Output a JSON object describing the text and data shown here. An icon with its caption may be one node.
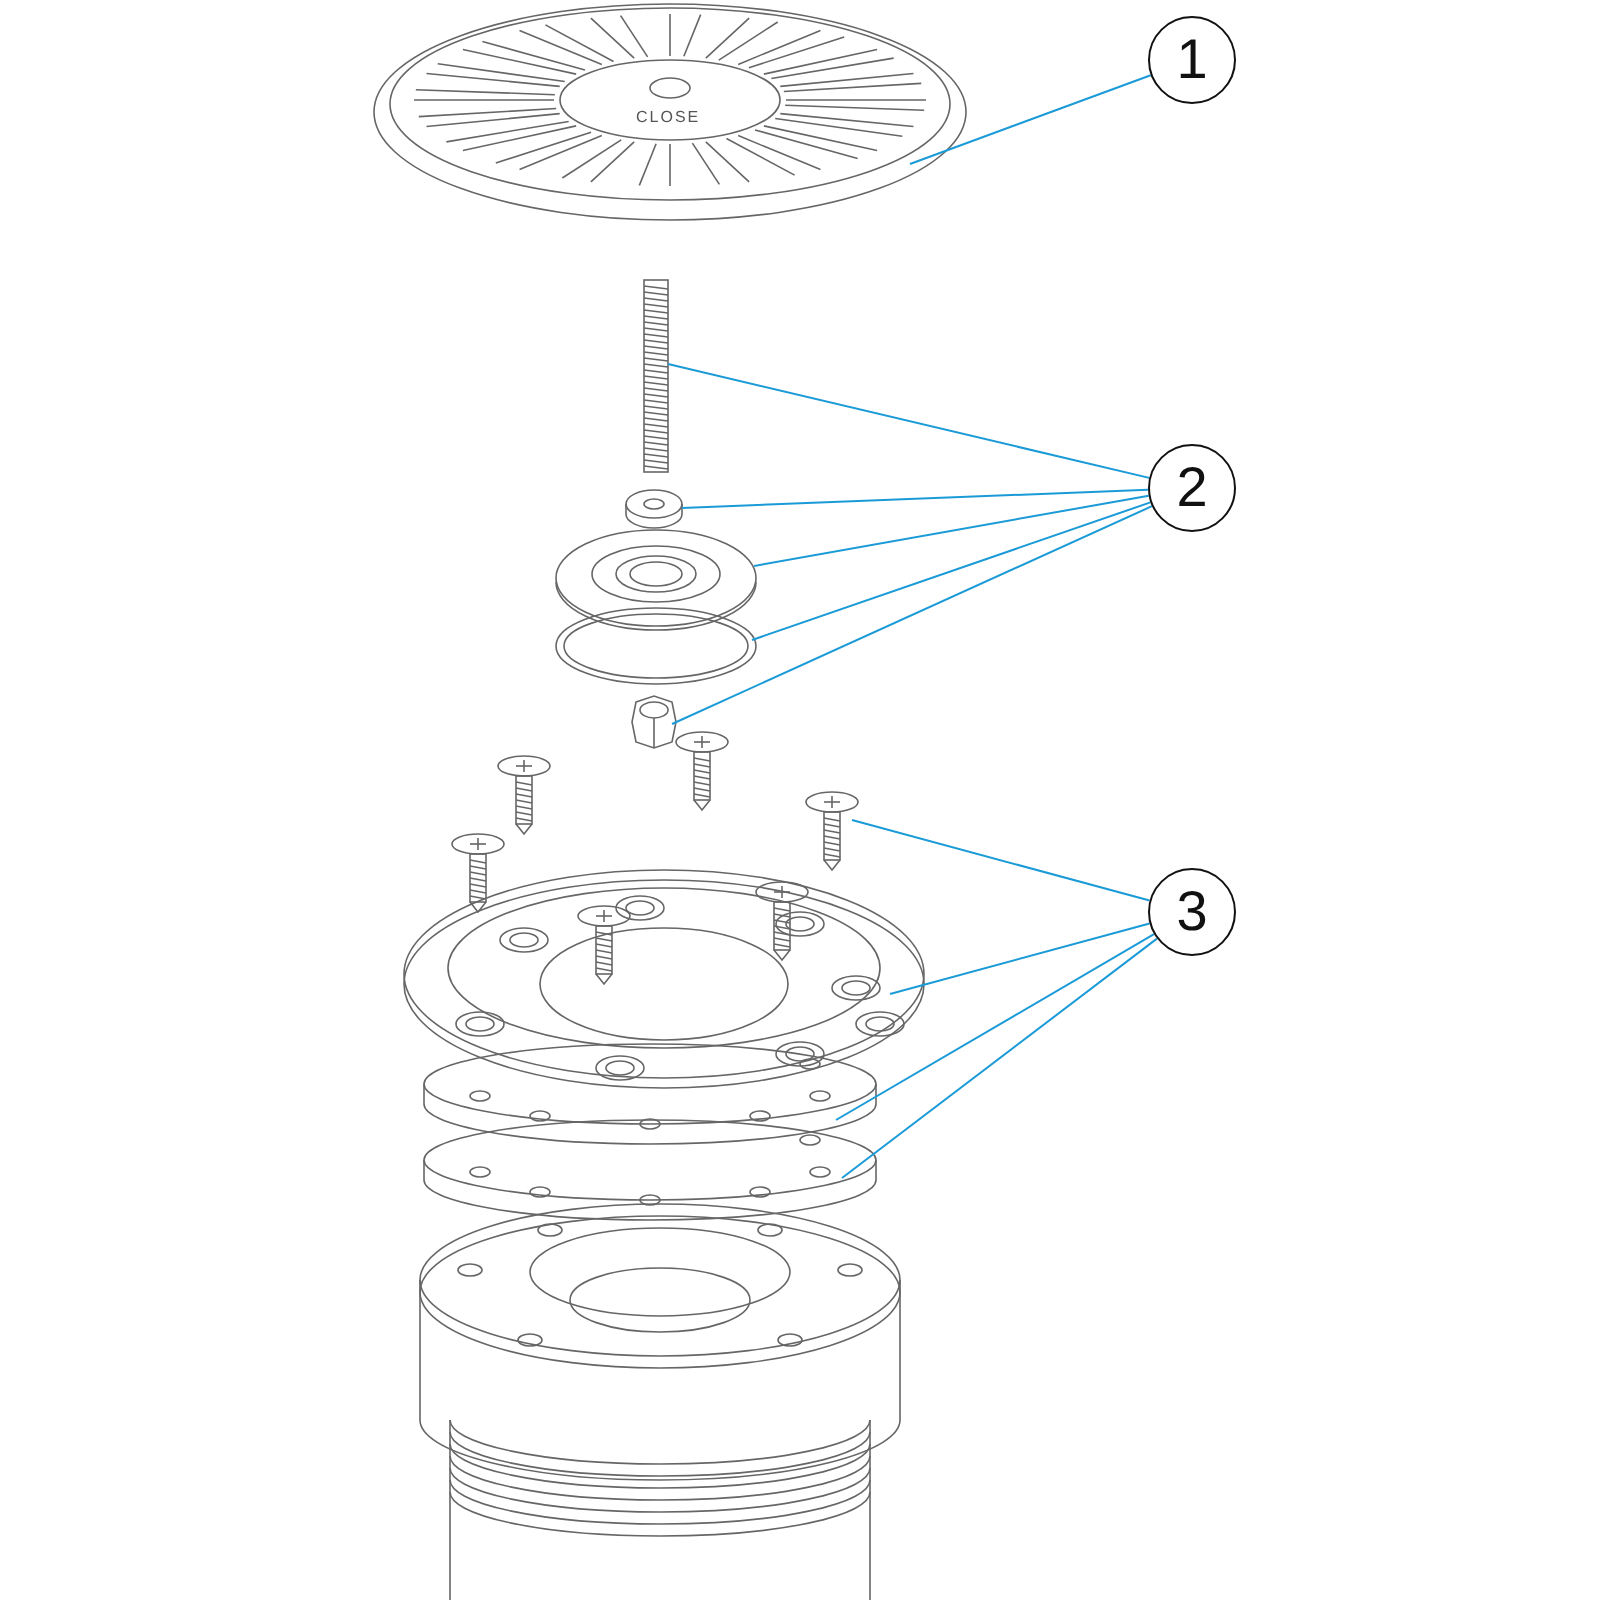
{
  "diagram": {
    "nodes": [
      {
        "text": [
          "1"
        ]
      },
      {
        "text": [],
        "shape": "picture"
      },
      {
        "text": [
          "2"
        ]
      },
      {
        "text": [],
        "shape": "picture"
      },
      {
        "text": [],
        "shape": "picture"
      },
      {
        "text": [],
        "shape": "picture"
      },
      {
        "text": [],
        "shape": "picture"
      },
      {
        "text": [],
        "shape": "picture"
      },
      {
        "text": [
          "3"
        ]
      },
      {
        "text": [],
        "shape": "picture"
      },
      {
        "text": [],
        "shape": "picture"
      },
      {
        "text": [],
        "shape": "picture"
      },
      {
        "text": [],
        "shape": "picture"
      }
    ],
    "edges": [
      {
        "from": 0,
        "to": 1,
        "arrow": "none"
      },
      {
        "from": 2,
        "to": 3,
        "arrow": "none"
      },
      {
        "from": 2,
        "to": 4,
        "arrow": "none"
      },
      {
        "from": 2,
        "to": 5,
        "arrow": "none"
      },
      {
        "from": 2,
        "to": 6,
        "arrow": "none"
      },
      {
        "from": 2,
        "to": 7,
        "arrow": "none"
      },
      {
        "from": 8,
        "to": 9,
        "arrow": "none"
      },
      {
        "from": 8,
        "to": 10,
        "arrow": "none"
      },
      {
        "from": 8,
        "to": 11,
        "arrow": "none"
      },
      {
        "from": 8,
        "to": 12,
        "arrow": "none"
      }
    ],
    "labels": [
      "CLOSE"
    ]
  }
}
